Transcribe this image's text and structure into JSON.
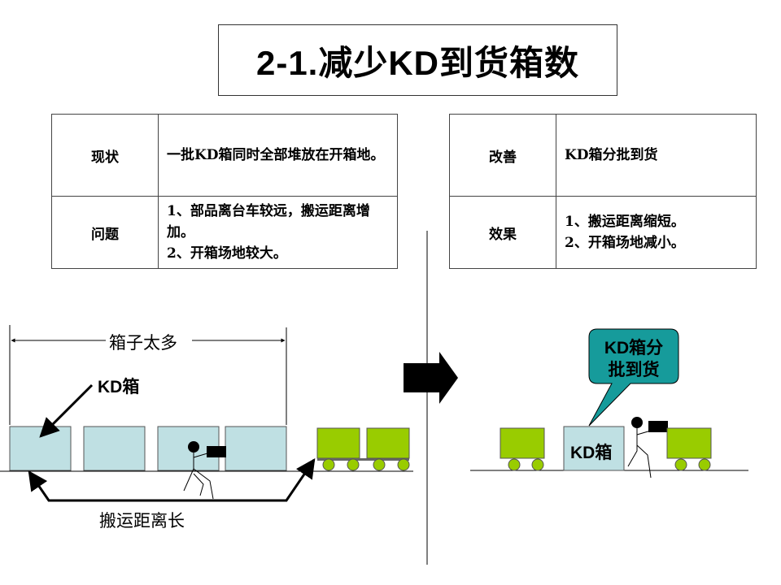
{
  "title": "2-1.减少KD到货箱数",
  "left_table": {
    "row1": {
      "label": "现状",
      "value": "一批KD箱同时全部堆放在开箱地。"
    },
    "row2": {
      "label": "问题",
      "lines": [
        "1、部品离台车较远，搬运距离增加。",
        "2、开箱场地较大。"
      ]
    }
  },
  "right_table": {
    "row1": {
      "label": "改善",
      "value": "KD箱分批到货"
    },
    "row2": {
      "label": "效果",
      "lines": [
        "1、搬运距离缩短。",
        "2、开箱场地减小。"
      ]
    }
  },
  "left_diagram": {
    "dimension_label": "箱子太多",
    "box_label": "KD箱",
    "distance_label": "搬运距离长"
  },
  "right_diagram": {
    "callout_text": [
      "KD箱分",
      "批到货"
    ],
    "box_label": "KD箱"
  },
  "colors": {
    "box_fill": "#bfe0e3",
    "cart_fill": "#99cc00",
    "callout_fill": "#169b9b"
  }
}
